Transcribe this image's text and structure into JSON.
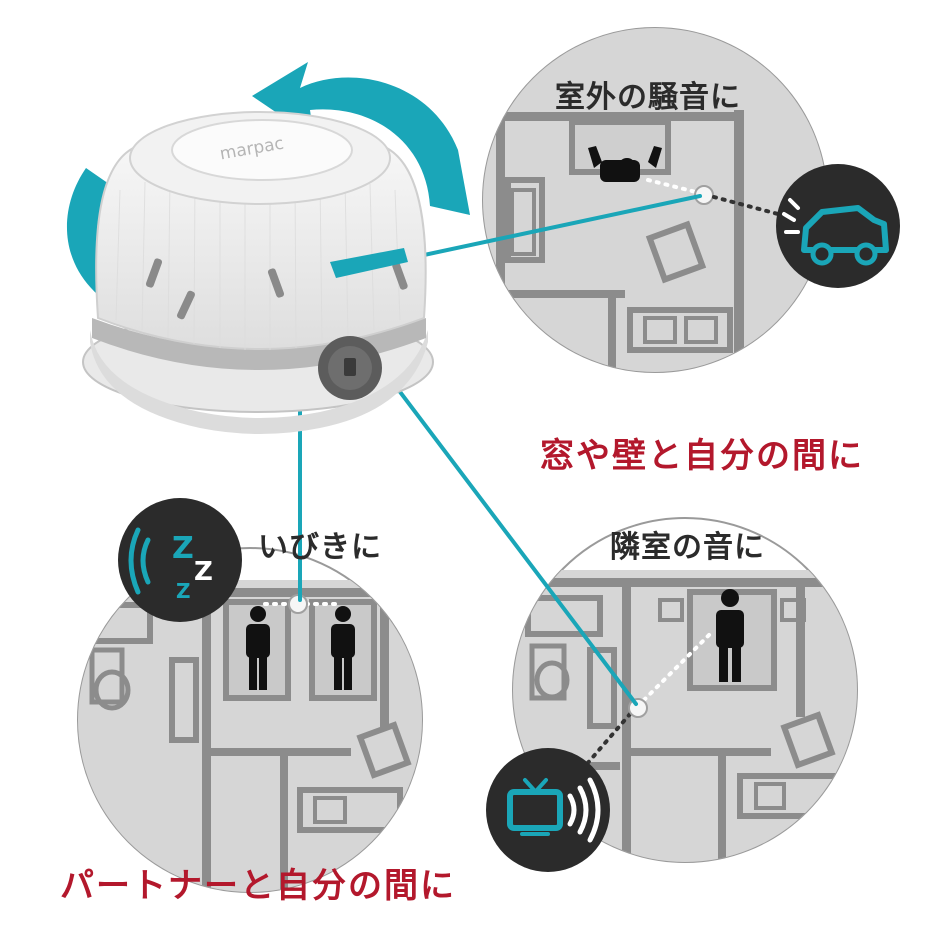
{
  "device": {
    "brand_text": "marpac",
    "colors": {
      "body": "#f4f4f4",
      "trim": "#b8b8b8",
      "knob": "#5c5c5c"
    }
  },
  "captions": {
    "outdoor_noise": "室外の騒音に",
    "neighbor_noise": "隣室の音に",
    "snoring": "いびきに",
    "window_wall": "窓や壁と自分の間に",
    "partner": "パートナーと自分の間に"
  },
  "icons": {
    "rotation": "rotation-arrows-icon",
    "car": "car-icon",
    "snore": "snore-zzz-icon",
    "tv": "tv-icon",
    "person": "person-icon"
  },
  "colors": {
    "accent": "#1aa6b8",
    "caption_red": "#b3182c",
    "caption_dark": "#2b2b2b",
    "icon_disc": "#2b2b2b",
    "floorplan_fill": "#d6d6d6",
    "floorplan_wall": "#8c8c8c"
  }
}
